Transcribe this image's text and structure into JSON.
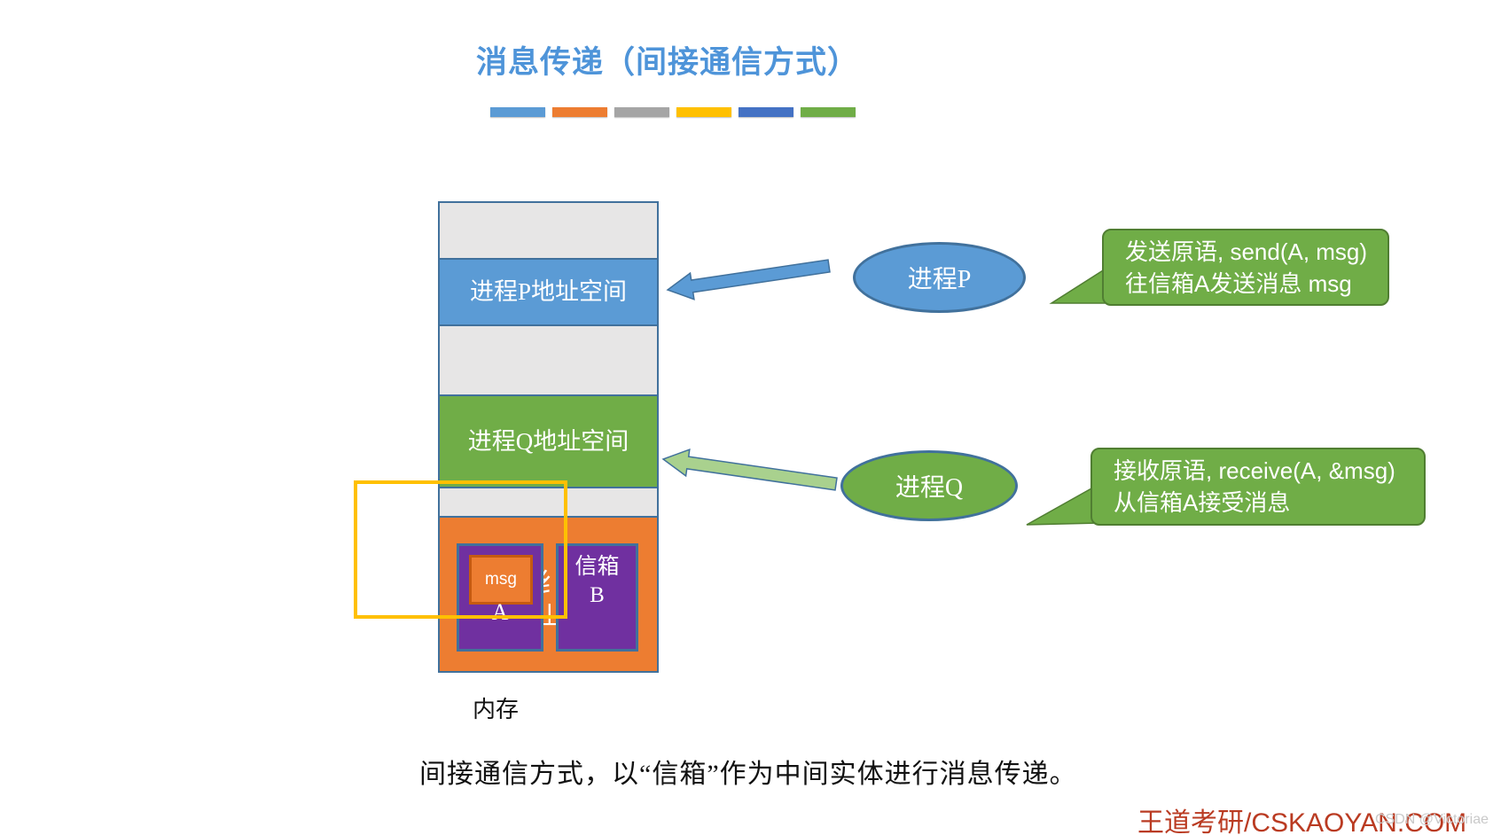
{
  "slide": {
    "title": "消息传递（间接通信方式）",
    "caption": "间接通信方式，以“信箱”作为中间实体进行消息传递。",
    "branding": "王道考研/CSKAOYAN.COM",
    "watermark": "CSDN @Victoriae"
  },
  "divider_bars": {
    "colors": [
      "#5B9BD5",
      "#ED7D31",
      "#A5A5A5",
      "#FFC000",
      "#4472C4",
      "#70AD47"
    ]
  },
  "memory": {
    "label": "内存",
    "segments": [
      {
        "type": "free",
        "label": ""
      },
      {
        "type": "process-p-space",
        "label": "进程P地址空间"
      },
      {
        "type": "free",
        "label": ""
      },
      {
        "type": "process-q-space",
        "label": "进程Q地址空间"
      },
      {
        "type": "free",
        "label": ""
      },
      {
        "type": "mailbox-area",
        "label": ""
      }
    ],
    "mailbox_a": {
      "msg": "msg",
      "letter": "A"
    },
    "mailbox_b": {
      "line1": "信箱",
      "letter": "B"
    },
    "clipped_fragment_top": "纟",
    "clipped_fragment_bottom": "丄"
  },
  "process_p": {
    "label": "进程P"
  },
  "process_q": {
    "label": "进程Q"
  },
  "callout_send": {
    "line1": "发送原语, send(A, msg)",
    "line2": "往信箱A发送消息 msg"
  },
  "callout_receive": {
    "line1": "接收原语, receive(A, &msg)",
    "line2": "从信箱A接受消息"
  },
  "colors": {
    "title_blue": "#4E94D9",
    "accent_blue": "#5B9BD5",
    "accent_orange": "#ED7D31",
    "accent_gray": "#A5A5A5",
    "accent_gold": "#FFC000",
    "accent_dark_blue": "#4472C4",
    "accent_green": "#70AD47",
    "arrow_light_green": "#A9D18E",
    "mailbox_purple": "#7030A0",
    "outline_blue": "#41719C",
    "callout_border_green": "#507E32",
    "msg_border_orange": "#C55A11",
    "free_segment_gray": "#E7E6E6",
    "brand_red": "#BA3B22"
  }
}
